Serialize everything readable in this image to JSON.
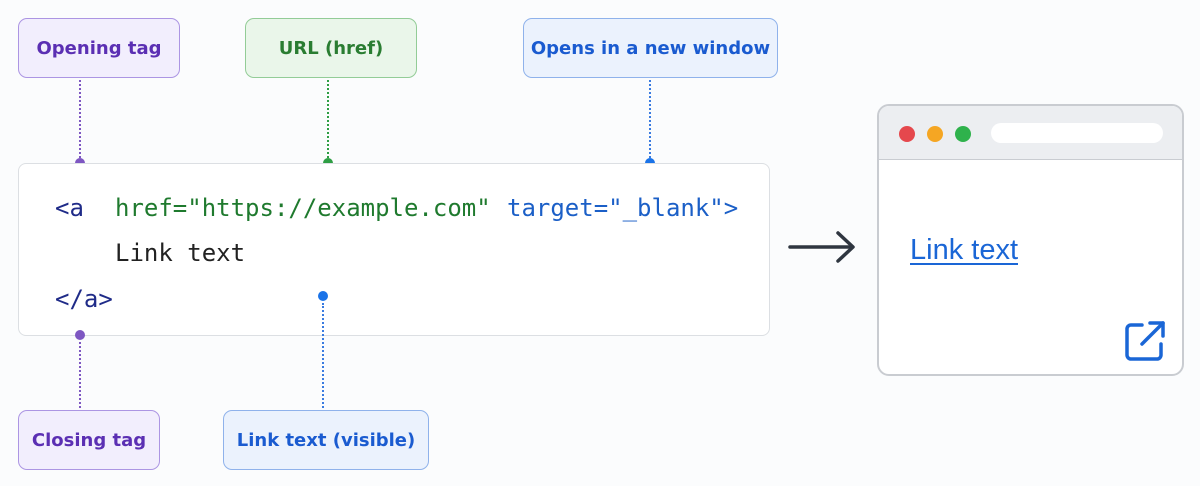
{
  "callouts": {
    "opening_tag": "Opening tag",
    "url_href": "URL (href)",
    "new_window": "Opens in a new window",
    "closing_tag": "Closing tag",
    "link_text_visible": "Link text (visible)"
  },
  "code": {
    "open_bracket": "<a",
    "href_attr": "href=\"https://example.com\"",
    "target_attr": "target=\"_blank\">",
    "link_text": "Link text",
    "close_tag": "</a>"
  },
  "browser": {
    "link_text": "Link text",
    "window_buttons": [
      {
        "name": "close",
        "color": "#e5484d"
      },
      {
        "name": "minimize",
        "color": "#f5a623"
      },
      {
        "name": "maximize",
        "color": "#2fb24c"
      }
    ],
    "external_icon": "external-link-icon"
  },
  "colors": {
    "opening_closing": "#7e57c2",
    "href": "#2e9e44",
    "target_and_text": "#1a73e8",
    "link": "#1a66d6"
  }
}
